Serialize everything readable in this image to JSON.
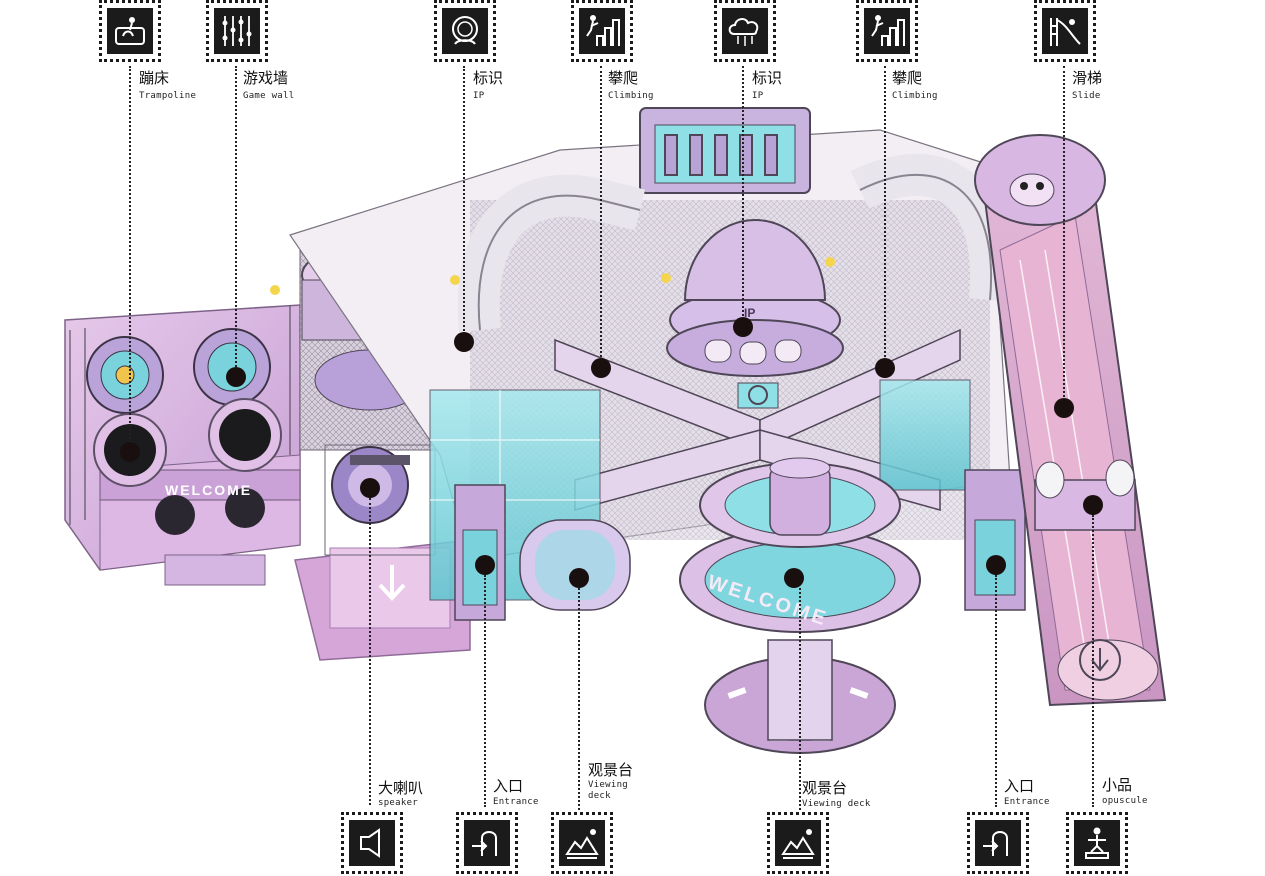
{
  "colors": {
    "pink": "#d9b3e0",
    "lavender": "#c9a9d9",
    "teal": "#7fd6df",
    "frame": "#ece8ee",
    "dark": "#1b1b1b"
  },
  "top_callouts": [
    {
      "cn": "蹦床",
      "en": "Trampoline",
      "icon": "trampoline-icon"
    },
    {
      "cn": "游戏墙",
      "en": "Game wall",
      "icon": "game-wall-icon"
    },
    {
      "cn": "标识",
      "en": "IP",
      "icon": "ip-face-icon"
    },
    {
      "cn": "攀爬",
      "en": "Climbing",
      "icon": "climbing-icon"
    },
    {
      "cn": "标识",
      "en": "IP",
      "icon": "ip-cloud-icon"
    },
    {
      "cn": "攀爬",
      "en": "Climbing",
      "icon": "climbing-icon"
    },
    {
      "cn": "滑梯",
      "en": "Slide",
      "icon": "slide-icon"
    }
  ],
  "bottom_callouts": [
    {
      "cn": "大喇叭",
      "en": "speaker",
      "icon": "speaker-icon"
    },
    {
      "cn": "入口",
      "en": "Entrance",
      "icon": "entrance-icon"
    },
    {
      "cn": "观景台",
      "en": "Viewing deck",
      "icon": "viewing-deck-icon"
    },
    {
      "cn": "观景台",
      "en": "Viewing deck",
      "icon": "viewing-deck-icon"
    },
    {
      "cn": "入口",
      "en": "Entrance",
      "icon": "entrance-icon"
    },
    {
      "cn": "小品",
      "en": "opuscule",
      "icon": "opuscule-icon"
    }
  ],
  "structure": {
    "welcome_sign": "WELCOME",
    "ip_badge": "IP",
    "deck_ring_text": "WELCOME"
  }
}
